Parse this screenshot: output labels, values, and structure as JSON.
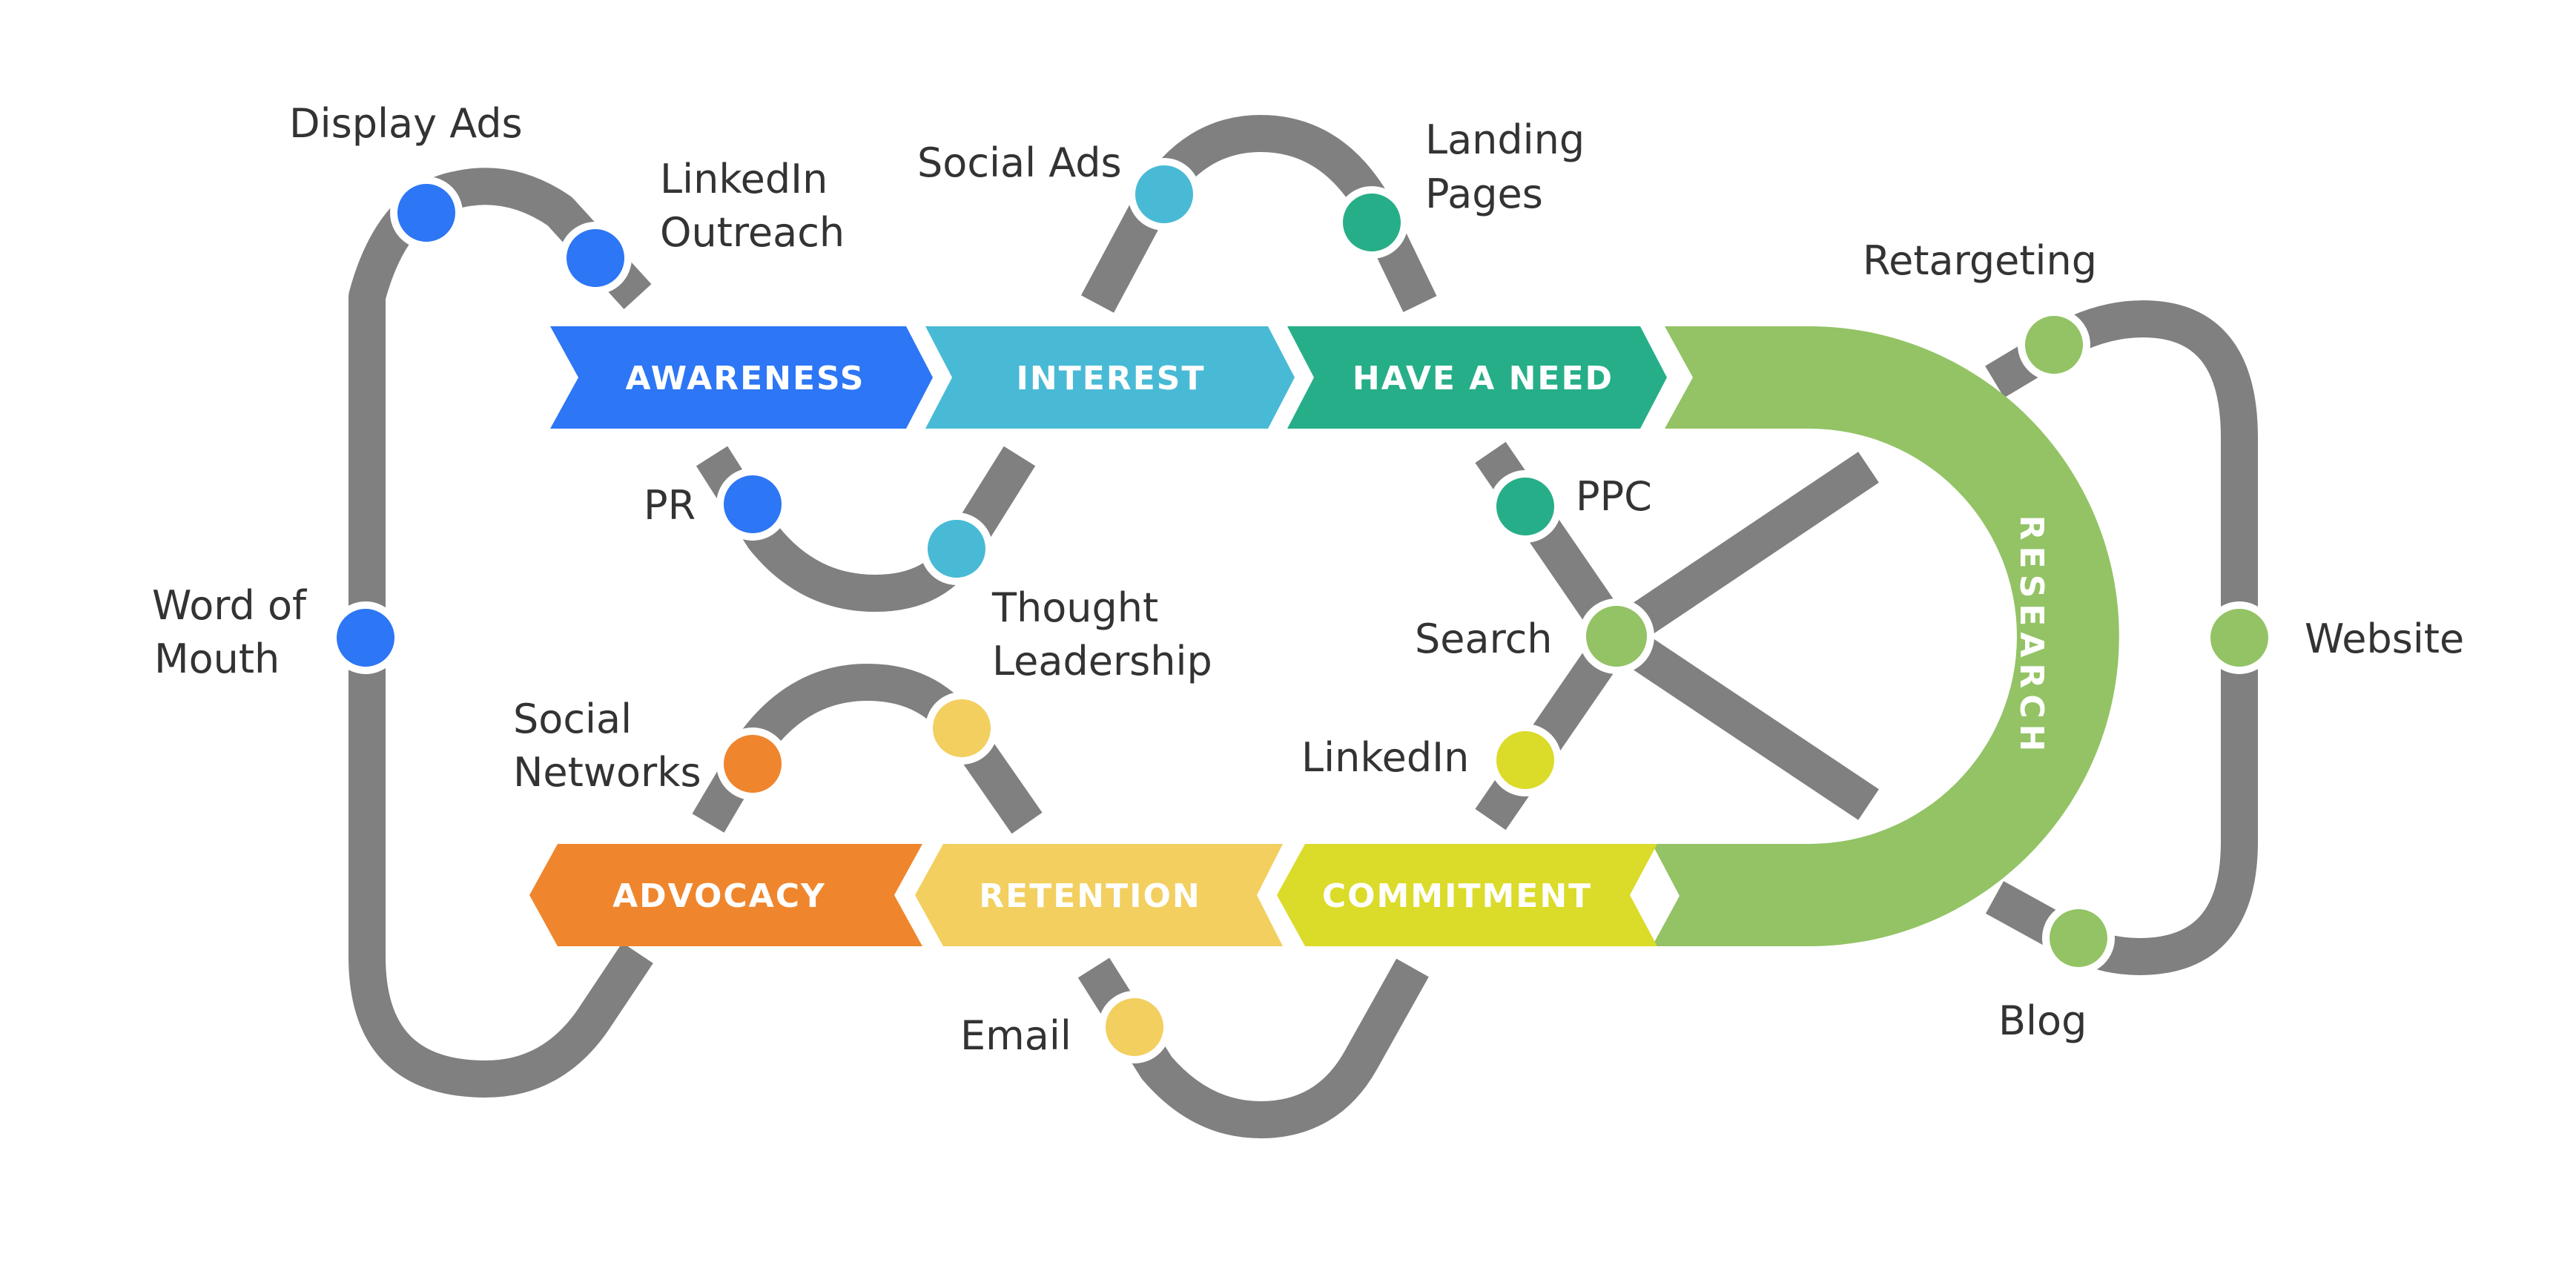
{
  "colors": {
    "road": "#808080",
    "awareness": "#2d76f5",
    "interest": "#49bad6",
    "have_a_need": "#26ae88",
    "research": "#93c365",
    "commitment": "#dbdb2a",
    "retention": "#f2cf5f",
    "advocacy": "#ef862d"
  },
  "stages": {
    "awareness": "AWARENESS",
    "interest": "INTEREST",
    "have_a_need": "HAVE A NEED",
    "research": "RESEARCH",
    "commitment": "COMMITMENT",
    "retention": "RETENTION",
    "advocacy": "ADVOCACY"
  },
  "touchpoints": {
    "display_ads": "Display Ads",
    "linkedin_outreach": [
      "LinkedIn",
      "Outreach"
    ],
    "social_ads": "Social Ads",
    "landing_pages": [
      "Landing",
      "Pages"
    ],
    "retargeting": "Retargeting",
    "pr": "PR",
    "thought_leadership": [
      "Thought",
      "Leadership"
    ],
    "ppc": "PPC",
    "word_of_mouth": [
      "Word of",
      "Mouth"
    ],
    "search": "Search",
    "website": "Website",
    "social_networks": [
      "Social",
      "Networks"
    ],
    "linkedin": "LinkedIn",
    "email": "Email",
    "blog": "Blog"
  }
}
